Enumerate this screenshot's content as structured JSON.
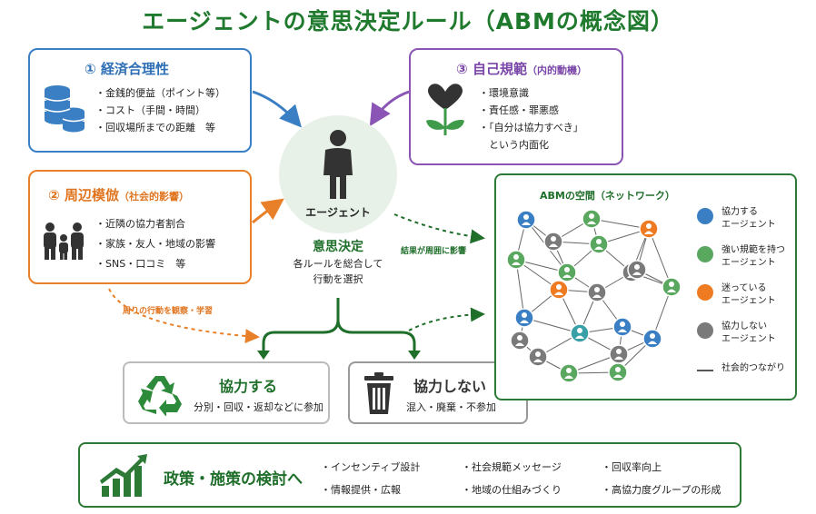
{
  "title": "エージェントの意思決定ルール（ABMの概念図）",
  "rules": {
    "economic": {
      "number": "①",
      "title": "経済合理性",
      "items": [
        "金銭的便益（ポイント等）",
        "コスト（手間・時間）",
        "回収場所までの距離　等"
      ]
    },
    "social": {
      "number": "②",
      "title": "周辺模倣",
      "subtitle": "（社会的影響）",
      "items": [
        "近隣の協力者割合",
        "家族・友人・地域の影響",
        "SNS・口コミ　等"
      ]
    },
    "norm": {
      "number": "③",
      "title": "自己規範",
      "subtitle": "（内的動機）",
      "items": [
        "環境意識",
        "責任感・罪悪感",
        "「自分は協力すべき」",
        "という内面化"
      ]
    }
  },
  "agent": {
    "label": "エージェント"
  },
  "decision": {
    "title": "意思決定",
    "desc_line1": "各ルールを総合して",
    "desc_line2": "行動を選択"
  },
  "labels": {
    "observe": "周りの行動を観察・学習",
    "effect": "結果が周囲に影響"
  },
  "actions": {
    "cooperate": {
      "title": "協力する",
      "desc": "分別・回収・返却などに参加"
    },
    "noncooperate": {
      "title": "協力しない",
      "desc": "混入・廃棄・不参加"
    }
  },
  "network": {
    "title": "ABMの空間（ネットワーク）",
    "legend": [
      {
        "label": "協力する\nエージェント",
        "color": "#3a7fc4"
      },
      {
        "label": "強い規範を持つ\nエージェント",
        "color": "#5aa85f"
      },
      {
        "label": "迷っている\nエージェント",
        "color": "#ee7b22"
      },
      {
        "label": "協力しない\nエージェント",
        "color": "#7a7a7a"
      },
      {
        "label": "社会的つながり",
        "color": "#555555"
      }
    ]
  },
  "policy": {
    "title": "政策・施策の検討へ",
    "items": [
      "インセンティブ設計",
      "社会規範メッセージ",
      "回収率向上",
      "情報提供・広報",
      "地域の仕組みづくり",
      "高協力度グループの形成"
    ]
  },
  "colors": {
    "green": "#1f6e2a",
    "blue": "#3a7fc4",
    "orange": "#e8802a",
    "purple": "#8a55b5",
    "gray": "#7a7a7a"
  }
}
